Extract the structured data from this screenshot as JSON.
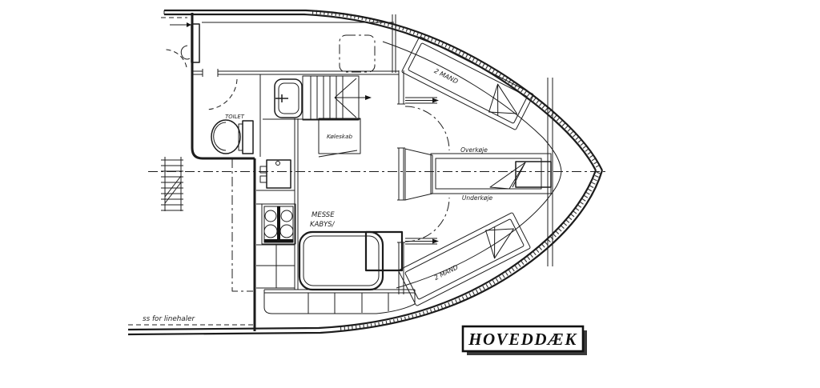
{
  "drawing": {
    "title": "HOVEDDÆK",
    "labels": {
      "toilet": "TOILET",
      "fridge": "Køleskab",
      "mess_line1": "MESSE",
      "mess_line2": "KABYS/",
      "bunk_upper": "Overkøje",
      "bunk_lower": "Underkøje",
      "berth_fore_upper": "2 MAND",
      "berth_fore_lower": "2 MAND",
      "line_hauler_note": "ss for linehaler"
    },
    "colors": {
      "line": "#1c1c1c",
      "background": "#ffffff"
    }
  }
}
